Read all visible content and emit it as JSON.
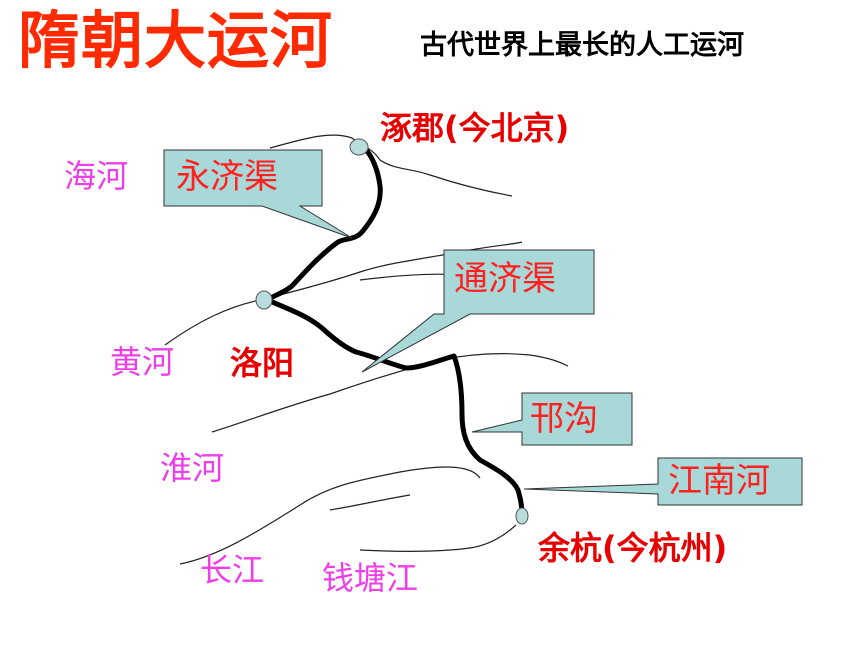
{
  "title": "隋朝大运河",
  "subtitle": "古代世界上最长的人工运河",
  "cities": {
    "zhuojun": "涿郡(今北京)",
    "luoyang": "洛阳",
    "yuhang": "余杭(今杭州)"
  },
  "rivers": {
    "haihe": "海河",
    "huanghe": "黄河",
    "huaihe": "淮河",
    "changjiang": "长江",
    "qiantangjiang": "钱塘江"
  },
  "canals": {
    "yongjiqu": "永济渠",
    "tongjiqu": "通济渠",
    "hangou": "邗沟",
    "jiangnanhe": "江南河"
  },
  "colors": {
    "title": "#ff2a00",
    "city": "#e80000",
    "river": "#ee3ee8",
    "callout_fill": "#a9d8d8",
    "callout_text": "#ff2020",
    "canal": "#000000"
  }
}
